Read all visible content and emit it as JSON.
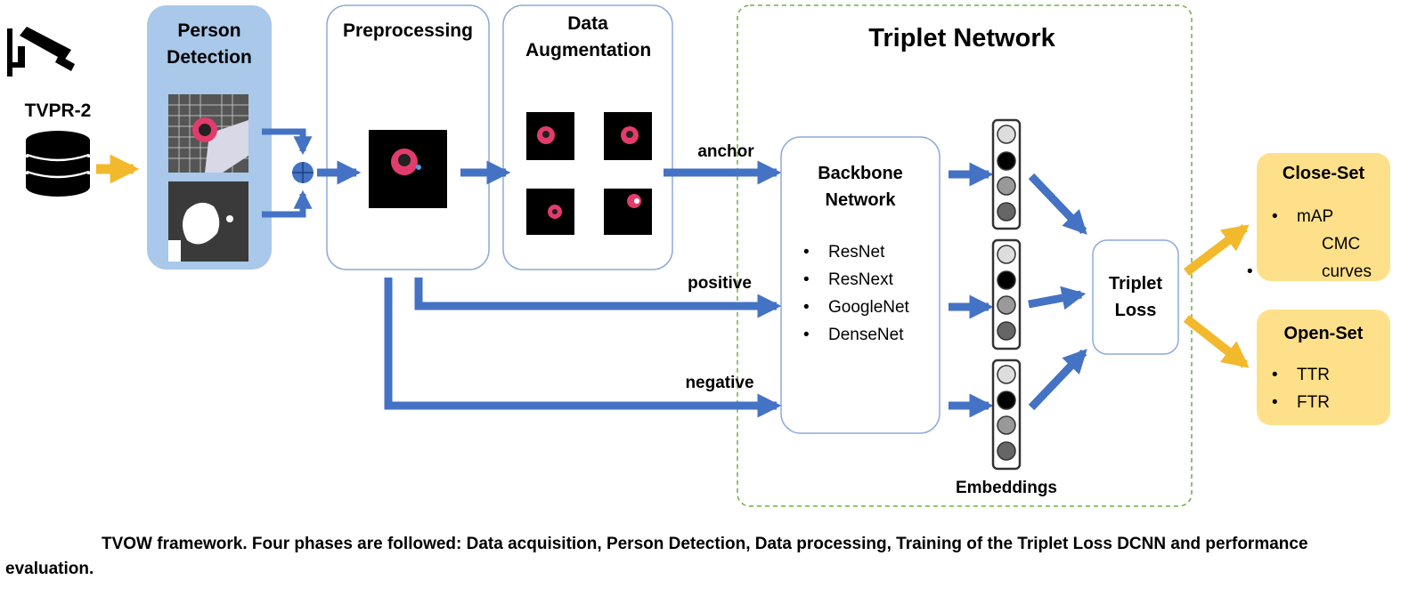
{
  "source": {
    "label": "TVPR-2",
    "camera_icon": "cctv-camera-icon",
    "db_icon": "database-icon"
  },
  "stages": {
    "person_detection": "Person Detection",
    "preprocessing": "Preprocessing",
    "augmentation": "Data Augmentation"
  },
  "triplet": {
    "title": "Triplet Network",
    "inputs": {
      "anchor": "anchor",
      "positive": "positive",
      "negative": "negative"
    },
    "backbone": {
      "title": "Backbone Network",
      "items": [
        "ResNet",
        "ResNext",
        "GoogleNet",
        "DenseNet"
      ]
    },
    "loss": "Triplet Loss",
    "embeddings": "Embeddings"
  },
  "outputs": {
    "close_set": {
      "title": "Close-Set",
      "items": [
        "mAP",
        "CMC curves"
      ]
    },
    "open_set": {
      "title": "Open-Set",
      "items": [
        "TTR",
        "FTR"
      ]
    }
  },
  "caption": "TVOW framework. Four phases are followed: Data acquisition, Person Detection, Data processing, Training of the Triplet Loss DCNN and performance evaluation.",
  "colors": {
    "blue_arrow": "#4472c4",
    "yellow_arrow": "#f2b92d",
    "panel_blue": "#a9c8ea",
    "output_yellow": "#ffe08a",
    "dashed_green": "#70ad47"
  }
}
